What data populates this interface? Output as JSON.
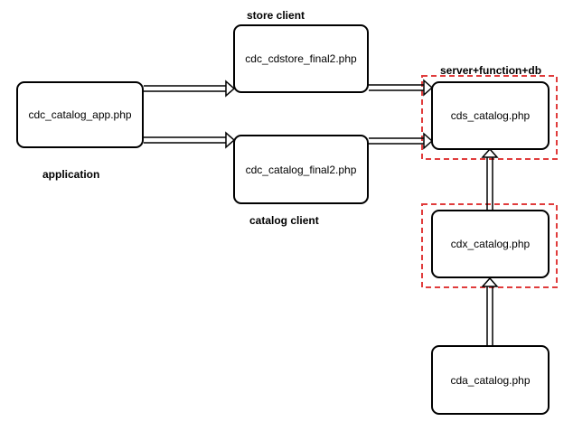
{
  "nodes": {
    "app": "cdc_catalog_app.php",
    "store_client": "cdc_cdstore_final2.php",
    "catalog_client": "cdc_catalog_final2.php",
    "cds": "cds_catalog.php",
    "cdx": "cdx_catalog.php",
    "cda": "cda_catalog.php"
  },
  "labels": {
    "application": "application",
    "store_client": "store client",
    "catalog_client": "catalog client",
    "server_group": "server+function+db"
  },
  "colors": {
    "node_border": "#000000",
    "group_border": "#e03c3c"
  }
}
